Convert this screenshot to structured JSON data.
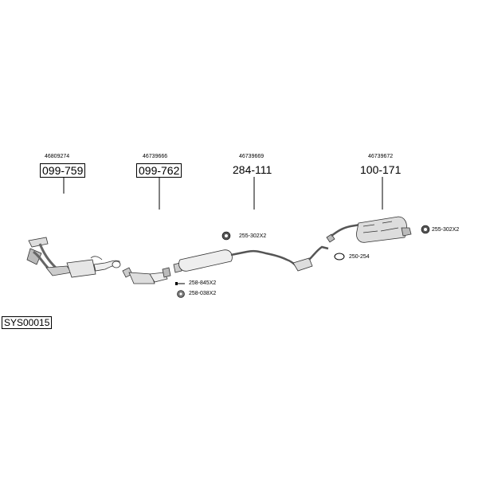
{
  "system_id": "SYS00015",
  "parts": [
    {
      "oe": "46809274",
      "code": "099-759",
      "boxed": true
    },
    {
      "oe": "46739666",
      "code": "099-762",
      "boxed": true
    },
    {
      "oe": "46739669",
      "code": "284-111",
      "boxed": false
    },
    {
      "oe": "46739672",
      "code": "100-171",
      "boxed": false
    }
  ],
  "accessories": [
    {
      "code": "255-302X2",
      "icon": "rubber-hanger-icon"
    },
    {
      "code": "255-302X2",
      "icon": "rubber-hanger-icon"
    },
    {
      "code": "250-254",
      "icon": "clamp-icon"
    },
    {
      "code": "258-845X2",
      "icon": "bolt-icon"
    },
    {
      "code": "258-038X2",
      "icon": "nut-icon"
    }
  ]
}
